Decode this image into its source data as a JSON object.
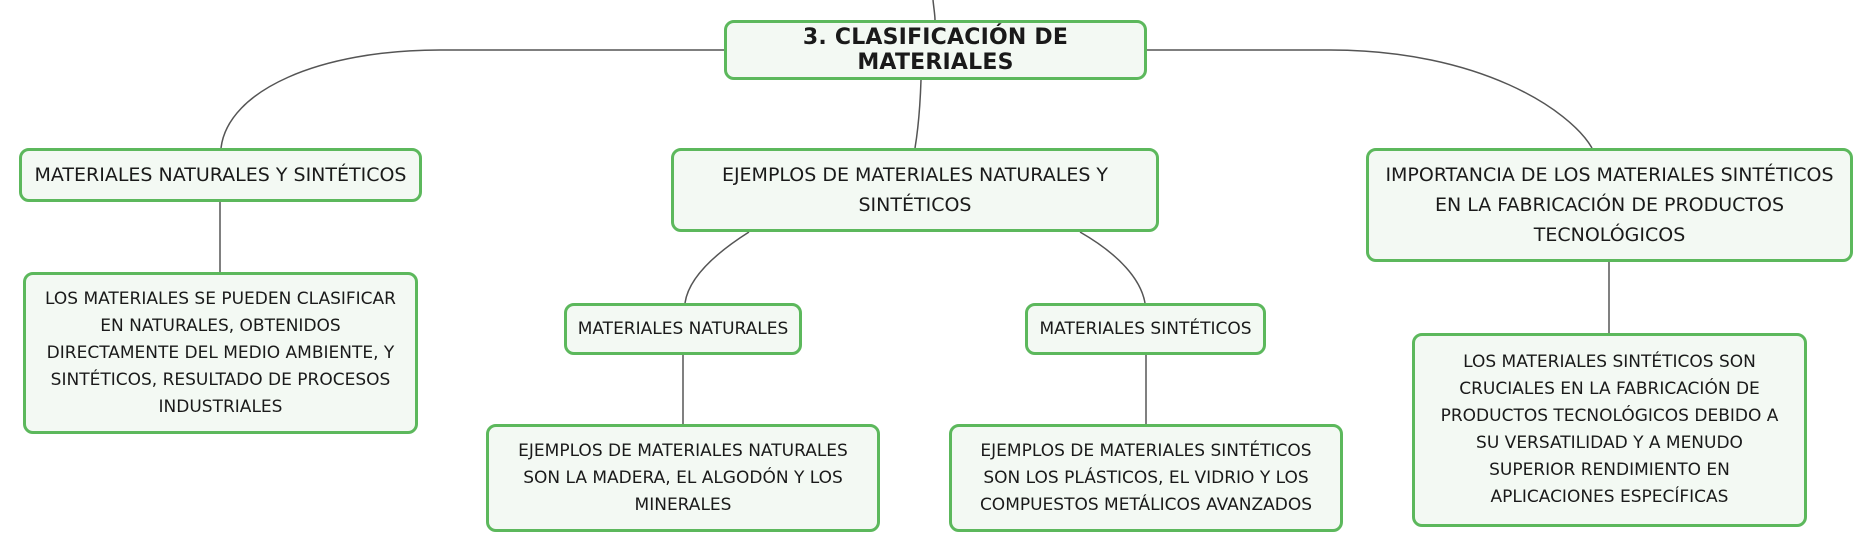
{
  "colors": {
    "node_border": "#5cb85c",
    "node_fill": "#f3f9f3",
    "connector": "#555555",
    "text": "#1a1a1a"
  },
  "root": {
    "label": "3. CLASIFICACIÓN DE MATERIALES"
  },
  "branches": {
    "natural_synthetic": {
      "label": "MATERIALES NATURALES Y SINTÉTICOS",
      "detail": "LOS MATERIALES SE PUEDEN CLASIFICAR EN NATURALES, OBTENIDOS DIRECTAMENTE DEL MEDIO AMBIENTE, Y SINTÉTICOS, RESULTADO DE PROCESOS INDUSTRIALES"
    },
    "examples": {
      "label": "EJEMPLOS DE MATERIALES NATURALES Y SINTÉTICOS",
      "natural": {
        "label": "MATERIALES NATURALES",
        "detail": "EJEMPLOS DE MATERIALES NATURALES SON LA MADERA, EL ALGODÓN Y LOS MINERALES"
      },
      "synthetic": {
        "label": "MATERIALES SINTÉTICOS",
        "detail": "EJEMPLOS DE MATERIALES SINTÉTICOS SON LOS PLÁSTICOS, EL VIDRIO Y LOS COMPUESTOS METÁLICOS AVANZADOS"
      }
    },
    "importance": {
      "label": "IMPORTANCIA DE LOS MATERIALES SINTÉTICOS EN LA FABRICACIÓN DE PRODUCTOS TECNOLÓGICOS",
      "detail": "LOS MATERIALES SINTÉTICOS SON CRUCIALES EN LA FABRICACIÓN DE PRODUCTOS TECNOLÓGICOS DEBIDO A SU VERSATILIDAD Y A MENUDO SUPERIOR RENDIMIENTO EN APLICACIONES ESPECÍFICAS"
    }
  }
}
